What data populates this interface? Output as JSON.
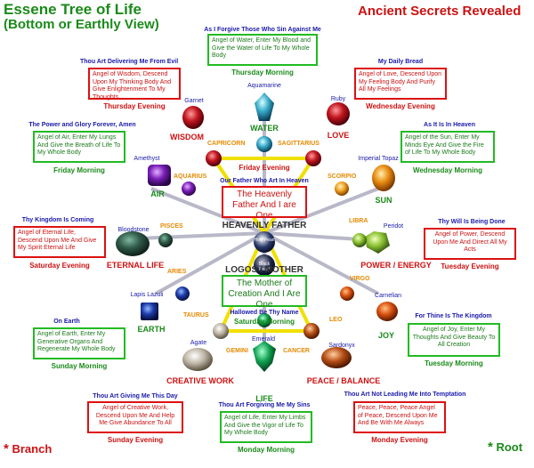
{
  "header": {
    "title_line1": "Essene Tree of Life",
    "title_line2": "(Bottom or Earthly View)",
    "right_title": "Ancient Secrets Revealed"
  },
  "footer": {
    "branch": "Branch",
    "root": "Root",
    "star": "*"
  },
  "center": {
    "top_header": "Our Father Who Art In Heaven",
    "heavenly_box": "The Heavenly Father And I are One",
    "heavenly_label": "HEAVENLY FATHER",
    "node_top": "Holy Pearl",
    "node_bottom": "Black Pearl",
    "logos_label": "LOGOS / MOTHER",
    "mother_box": "The Mother of Creation And I Are One",
    "bottom_header": "Hallowed Be Thy Name",
    "bottom_time": "Saturday Morning"
  },
  "angels": [
    {
      "id": "water",
      "header": "As I Forgive Those Who Sin Against Me",
      "text": "Angel of Water, Enter My Blood and Give the Water of Life To My Whole Body",
      "time": "Thursday Morning",
      "color": "green"
    },
    {
      "id": "wisdom",
      "header": "Thou Art Delivering Me From Evil",
      "text": "Angel of Wisdom, Descend Upon My Thinking Body And Give Enlightenment To My Thoughts",
      "time": "Thursday Evening",
      "color": "red"
    },
    {
      "id": "love",
      "header": "My Daily Bread",
      "text": "Angel of Love, Descend Upon My Feeling Body And Purify All My Feelings",
      "time": "Wednesday Evening",
      "color": "red"
    },
    {
      "id": "air",
      "header": "The Power and Glory Forever, Amen",
      "text": "Angel of Air, Enter My Lungs And Give the Breath of Life To My Whole Body",
      "time": "Friday Morning",
      "color": "green"
    },
    {
      "id": "sun",
      "header": "As It Is In Heaven",
      "text": "Angel of the Sun, Enter My Minds Eye And Give the Fire of Life To My Whole Body",
      "time": "Wednesday Morning",
      "color": "green"
    },
    {
      "id": "eternal",
      "header": "Thy Kingdom Is Coming",
      "text": "Angel of Eternal Life, Descend Upon Me And Give My Spirit Eternal Life",
      "time": "Saturday Evening",
      "color": "red"
    },
    {
      "id": "power",
      "header": "Thy Will Is Being Done",
      "text": "Angel of Power, Descend Upon Me And Direct All My Acts",
      "time": "Tuesday Evening",
      "color": "red"
    },
    {
      "id": "earth",
      "header": "On Earth",
      "text": "Angel of Earth, Enter My Generative Organs And Regenerate My Whole Body",
      "time": "Sunday Morning",
      "color": "green"
    },
    {
      "id": "joy",
      "header": "For Thine Is The Kingdom",
      "text": "Angel of Joy, Enter My Thoughts And Give Beauty To All Creation",
      "time": "Tuesday Morning",
      "color": "green"
    },
    {
      "id": "creative",
      "header": "Thou Art Giving Me This Day",
      "text": "Angel of Creative Work, Descend Upon Me And Help Me Give Abundance To All",
      "time": "Sunday Evening",
      "color": "red"
    },
    {
      "id": "life",
      "header": "Thou Art Forgiving Me My Sins",
      "text": "Angel of Life, Enter My Limbs And Give the Vigor of Life To My Whole Body",
      "time": "Monday Morning",
      "color": "green"
    },
    {
      "id": "peace",
      "header": "Thou Art Not Leading Me Into Temptation",
      "text": "Peace, Peace, Peace Angel of Peace, Descend Upon Me And Be With Me Always",
      "time": "Monday Evening",
      "color": "red"
    }
  ],
  "friday_evening": "Friday Evening",
  "elements": {
    "water": "WATER",
    "wisdom": "WISDOM",
    "love": "LOVE",
    "air": "AIR",
    "sun": "SUN",
    "eternal": "ETERNAL LIFE",
    "power": "POWER / ENERGY",
    "earth": "EARTH",
    "joy": "JOY",
    "creative": "CREATIVE WORK",
    "life": "LIFE",
    "peace": "PEACE / BALANCE"
  },
  "gems": {
    "garnet": "Garnet",
    "aquamarine": "Aquamarine",
    "ruby": "Ruby",
    "amethyst": "Amethyst",
    "topaz": "Imperial Topaz",
    "bloodstone": "Bloodstone",
    "peridot": "Peridot",
    "lapis": "Lapis Lazuli",
    "carnelian": "Carnelian",
    "agate": "Agate",
    "emerald": "Emerald",
    "sardonyx": "Sardonyx"
  },
  "zodiac": {
    "capricorn": "CAPRICORN",
    "sagittarius": "SAGITTARIUS",
    "aquarius": "AQUARIUS",
    "scorpio": "SCORPIO",
    "pisces": "PISCES",
    "libra": "LIBRA",
    "aries": "ARIES",
    "virgo": "VIRGO",
    "taurus": "TAURUS",
    "leo": "LEO",
    "gemini": "GEMINI",
    "cancer": "CANCER"
  },
  "colors": {
    "green": "#1a8a1a",
    "red": "#cc1111",
    "blue": "#1a1aaa",
    "orange": "#e68a00",
    "spoke": "#f0e000",
    "spoke_gray": "#b8b8c8"
  }
}
